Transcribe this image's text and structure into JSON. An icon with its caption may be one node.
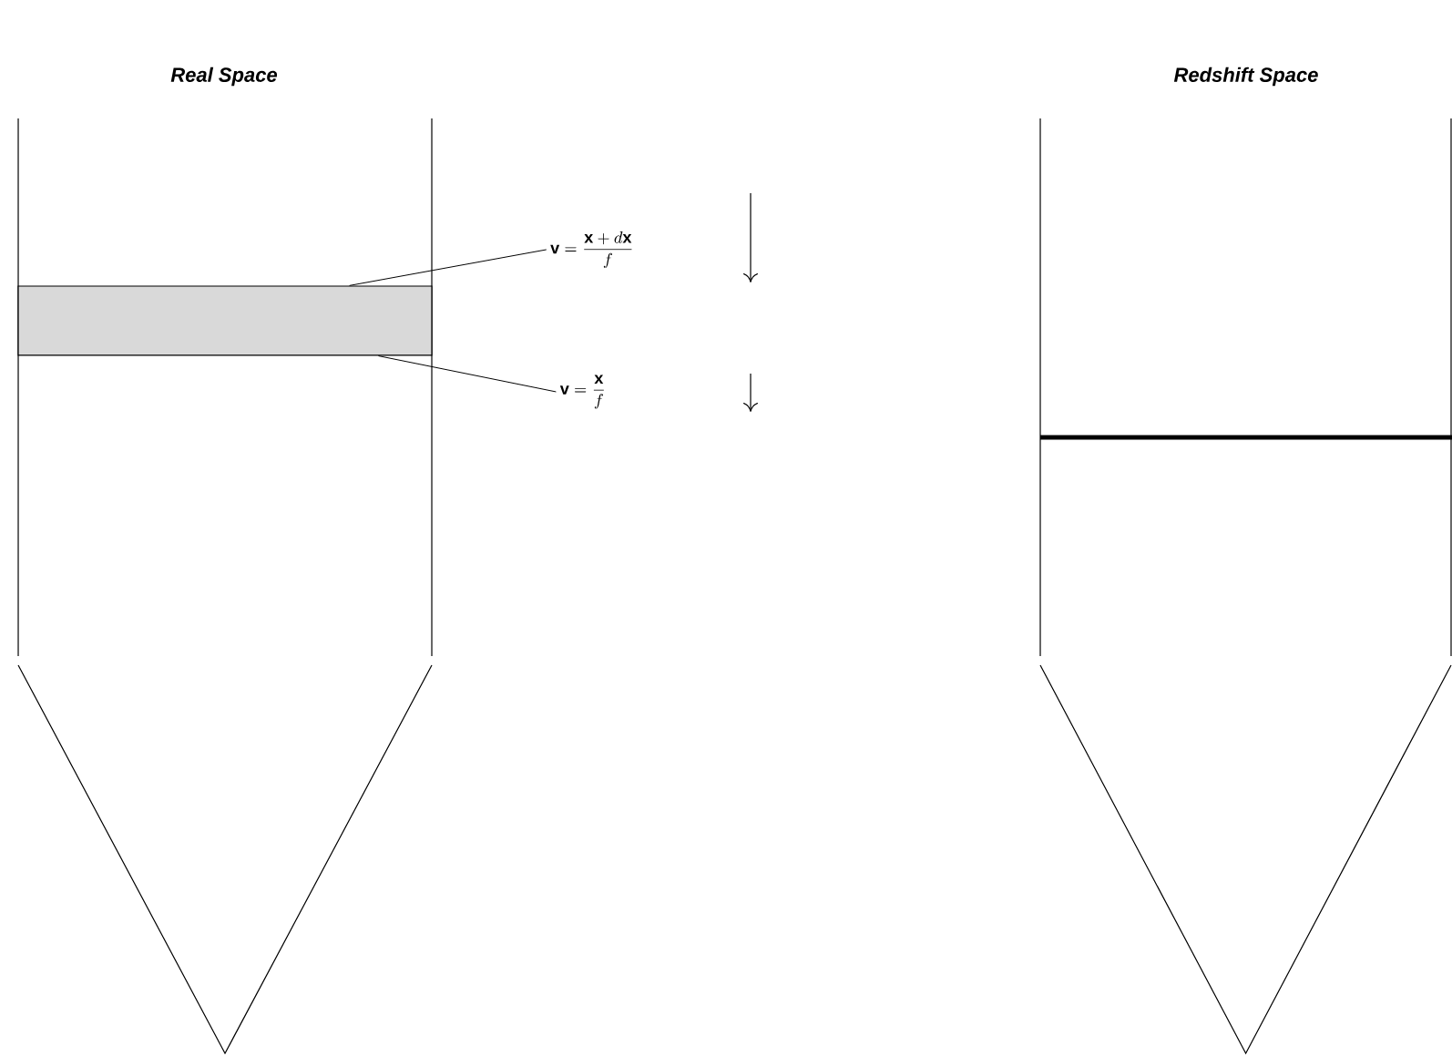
{
  "diagram": {
    "nodes": [
      {
        "text": [
          "\\mathbf{v}=\\frac{\\mathbf{x}+d\\mathbf{x}}{f}"
        ]
      },
      {
        "text": [
          "\\mathbf{v}=\\frac{\\mathbf{x}}{f}"
        ]
      },
      {
        "text": [],
        "shape": "box"
      }
    ],
    "edges": [
      {
        "from": 0,
        "to": 2,
        "arrow": "none"
      },
      {
        "from": 1,
        "to": 2,
        "arrow": "none"
      }
    ],
    "labels": [
      "Real Space",
      "Redshift Space"
    ]
  }
}
